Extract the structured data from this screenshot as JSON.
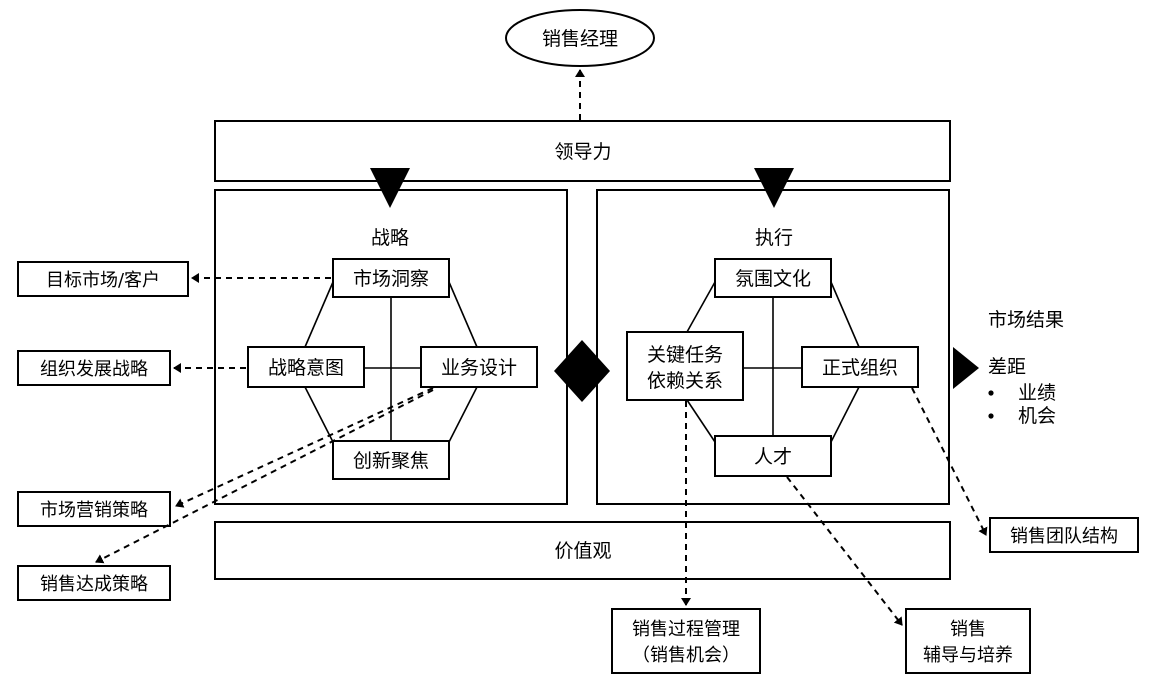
{
  "nodes": {
    "sales_manager": "销售经理",
    "leadership": "领导力",
    "values": "价值观",
    "strategy": "战略",
    "execution": "执行",
    "market_insight": "市场洞察",
    "strategic_intent": "战略意图",
    "business_design": "业务设计",
    "innovation_focus": "创新聚焦",
    "climate_culture": "氛围文化",
    "key_tasks_line1": "关键任务",
    "key_tasks_line2": "依赖关系",
    "formal_org": "正式组织",
    "talent": "人才",
    "market_results": "市场结果",
    "gap": "差距",
    "gap_items": [
      "业绩",
      "机会"
    ]
  },
  "outputs": {
    "target_market": "目标市场/客户",
    "org_strategy": "组织发展战略",
    "marketing_strategy": "市场营销策略",
    "sales_strategy": "销售达成策略",
    "sales_team": "销售团队结构",
    "process_line1": "销售过程管理",
    "process_line2": "（销售机会）",
    "coaching_line1": "销售",
    "coaching_line2": "辅导与培养"
  }
}
